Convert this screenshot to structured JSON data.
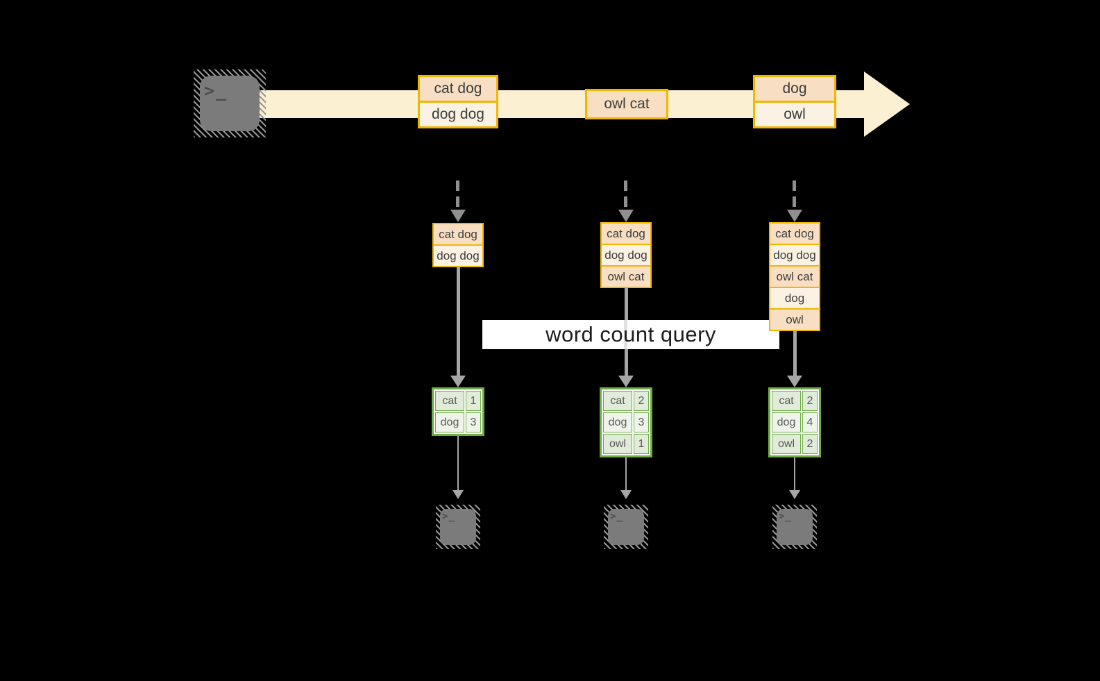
{
  "banner": {
    "label": "word count query"
  },
  "band": {
    "groups": [
      {
        "cells": [
          "cat dog",
          "dog dog"
        ]
      },
      {
        "cells": [
          "owl cat"
        ]
      },
      {
        "cells": [
          "dog",
          "owl"
        ]
      }
    ]
  },
  "columns": [
    {
      "stack": [
        "cat dog",
        "dog dog"
      ],
      "table": [
        {
          "word": "cat",
          "count": "1"
        },
        {
          "word": "dog",
          "count": "3"
        }
      ]
    },
    {
      "stack": [
        "cat dog",
        "dog dog",
        "owl cat"
      ],
      "table": [
        {
          "word": "cat",
          "count": "2"
        },
        {
          "word": "dog",
          "count": "3"
        },
        {
          "word": "owl",
          "count": "1"
        }
      ]
    },
    {
      "stack": [
        "cat dog",
        "dog dog",
        "owl cat",
        "dog",
        "owl"
      ],
      "table": [
        {
          "word": "cat",
          "count": "2"
        },
        {
          "word": "dog",
          "count": "4"
        },
        {
          "word": "owl",
          "count": "2"
        }
      ]
    }
  ],
  "terminal": {
    "glyph": ">_"
  },
  "palette": {
    "background": "#000000",
    "gold_border": "#F2B600",
    "band_cream": "#FBF1D2",
    "peach_dark": "#F8DFC3",
    "peach_light": "#FCF2E3",
    "green_border": "#6FAD47",
    "green_cell_dark": "#E1EBD9",
    "green_cell_light": "#EFF4EB",
    "arrow_gray": "#A6A6A6",
    "terminal_gray": "#7B7B7B"
  }
}
